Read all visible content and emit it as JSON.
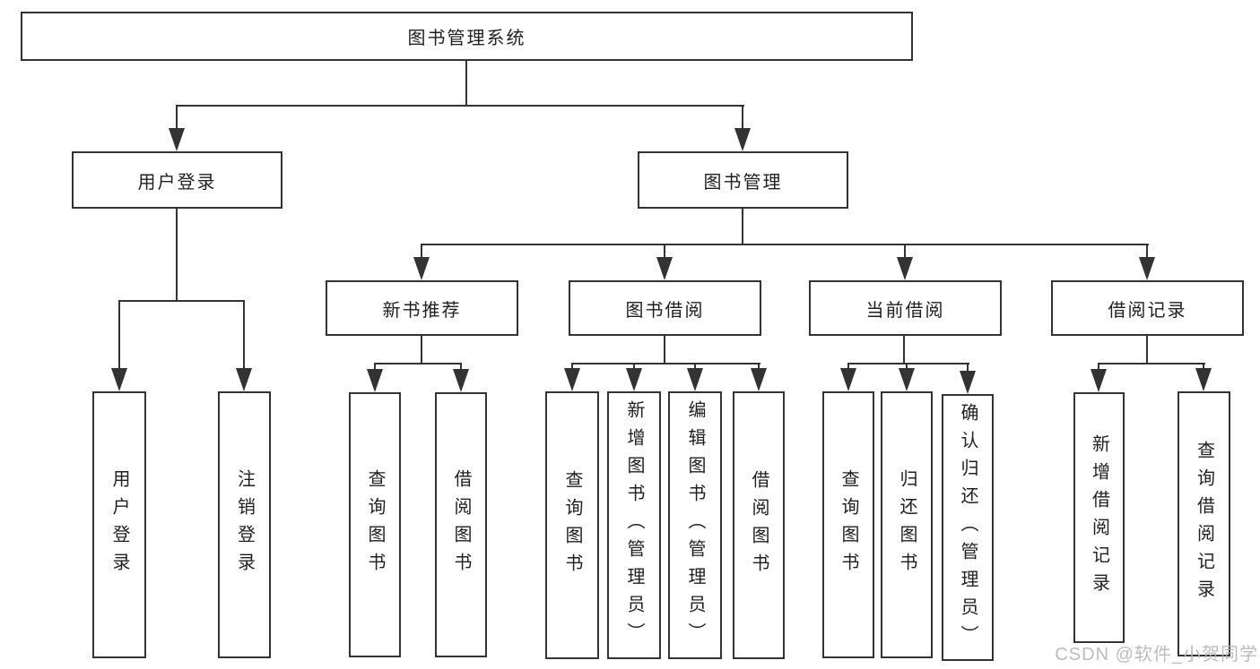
{
  "diagram": {
    "root": {
      "label": "图书管理系统"
    },
    "branches": [
      {
        "label": "用户登录",
        "children": [
          {
            "label": "用户登录"
          },
          {
            "label": "注销登录"
          }
        ]
      },
      {
        "label": "图书管理",
        "children": [
          {
            "label": "新书推荐",
            "children": [
              {
                "label": "查询图书"
              },
              {
                "label": "借阅图书"
              }
            ]
          },
          {
            "label": "图书借阅",
            "children": [
              {
                "label": "查询图书"
              },
              {
                "label": "新增图书（管理员）"
              },
              {
                "label": "编辑图书（管理员）"
              },
              {
                "label": "借阅图书"
              }
            ]
          },
          {
            "label": "当前借阅",
            "children": [
              {
                "label": "查询图书"
              },
              {
                "label": "归还图书"
              },
              {
                "label": "确认归还（管理员）"
              }
            ]
          },
          {
            "label": "借阅记录",
            "children": [
              {
                "label": "新增借阅记录"
              },
              {
                "label": "查询借阅记录"
              }
            ]
          }
        ]
      }
    ]
  },
  "watermark": {
    "text": "CSDN @软件_小贺同学"
  },
  "colors": {
    "line": "#333333",
    "text": "#1f1f1f",
    "background": "#ffffff",
    "watermark": "#b5b5b5"
  }
}
